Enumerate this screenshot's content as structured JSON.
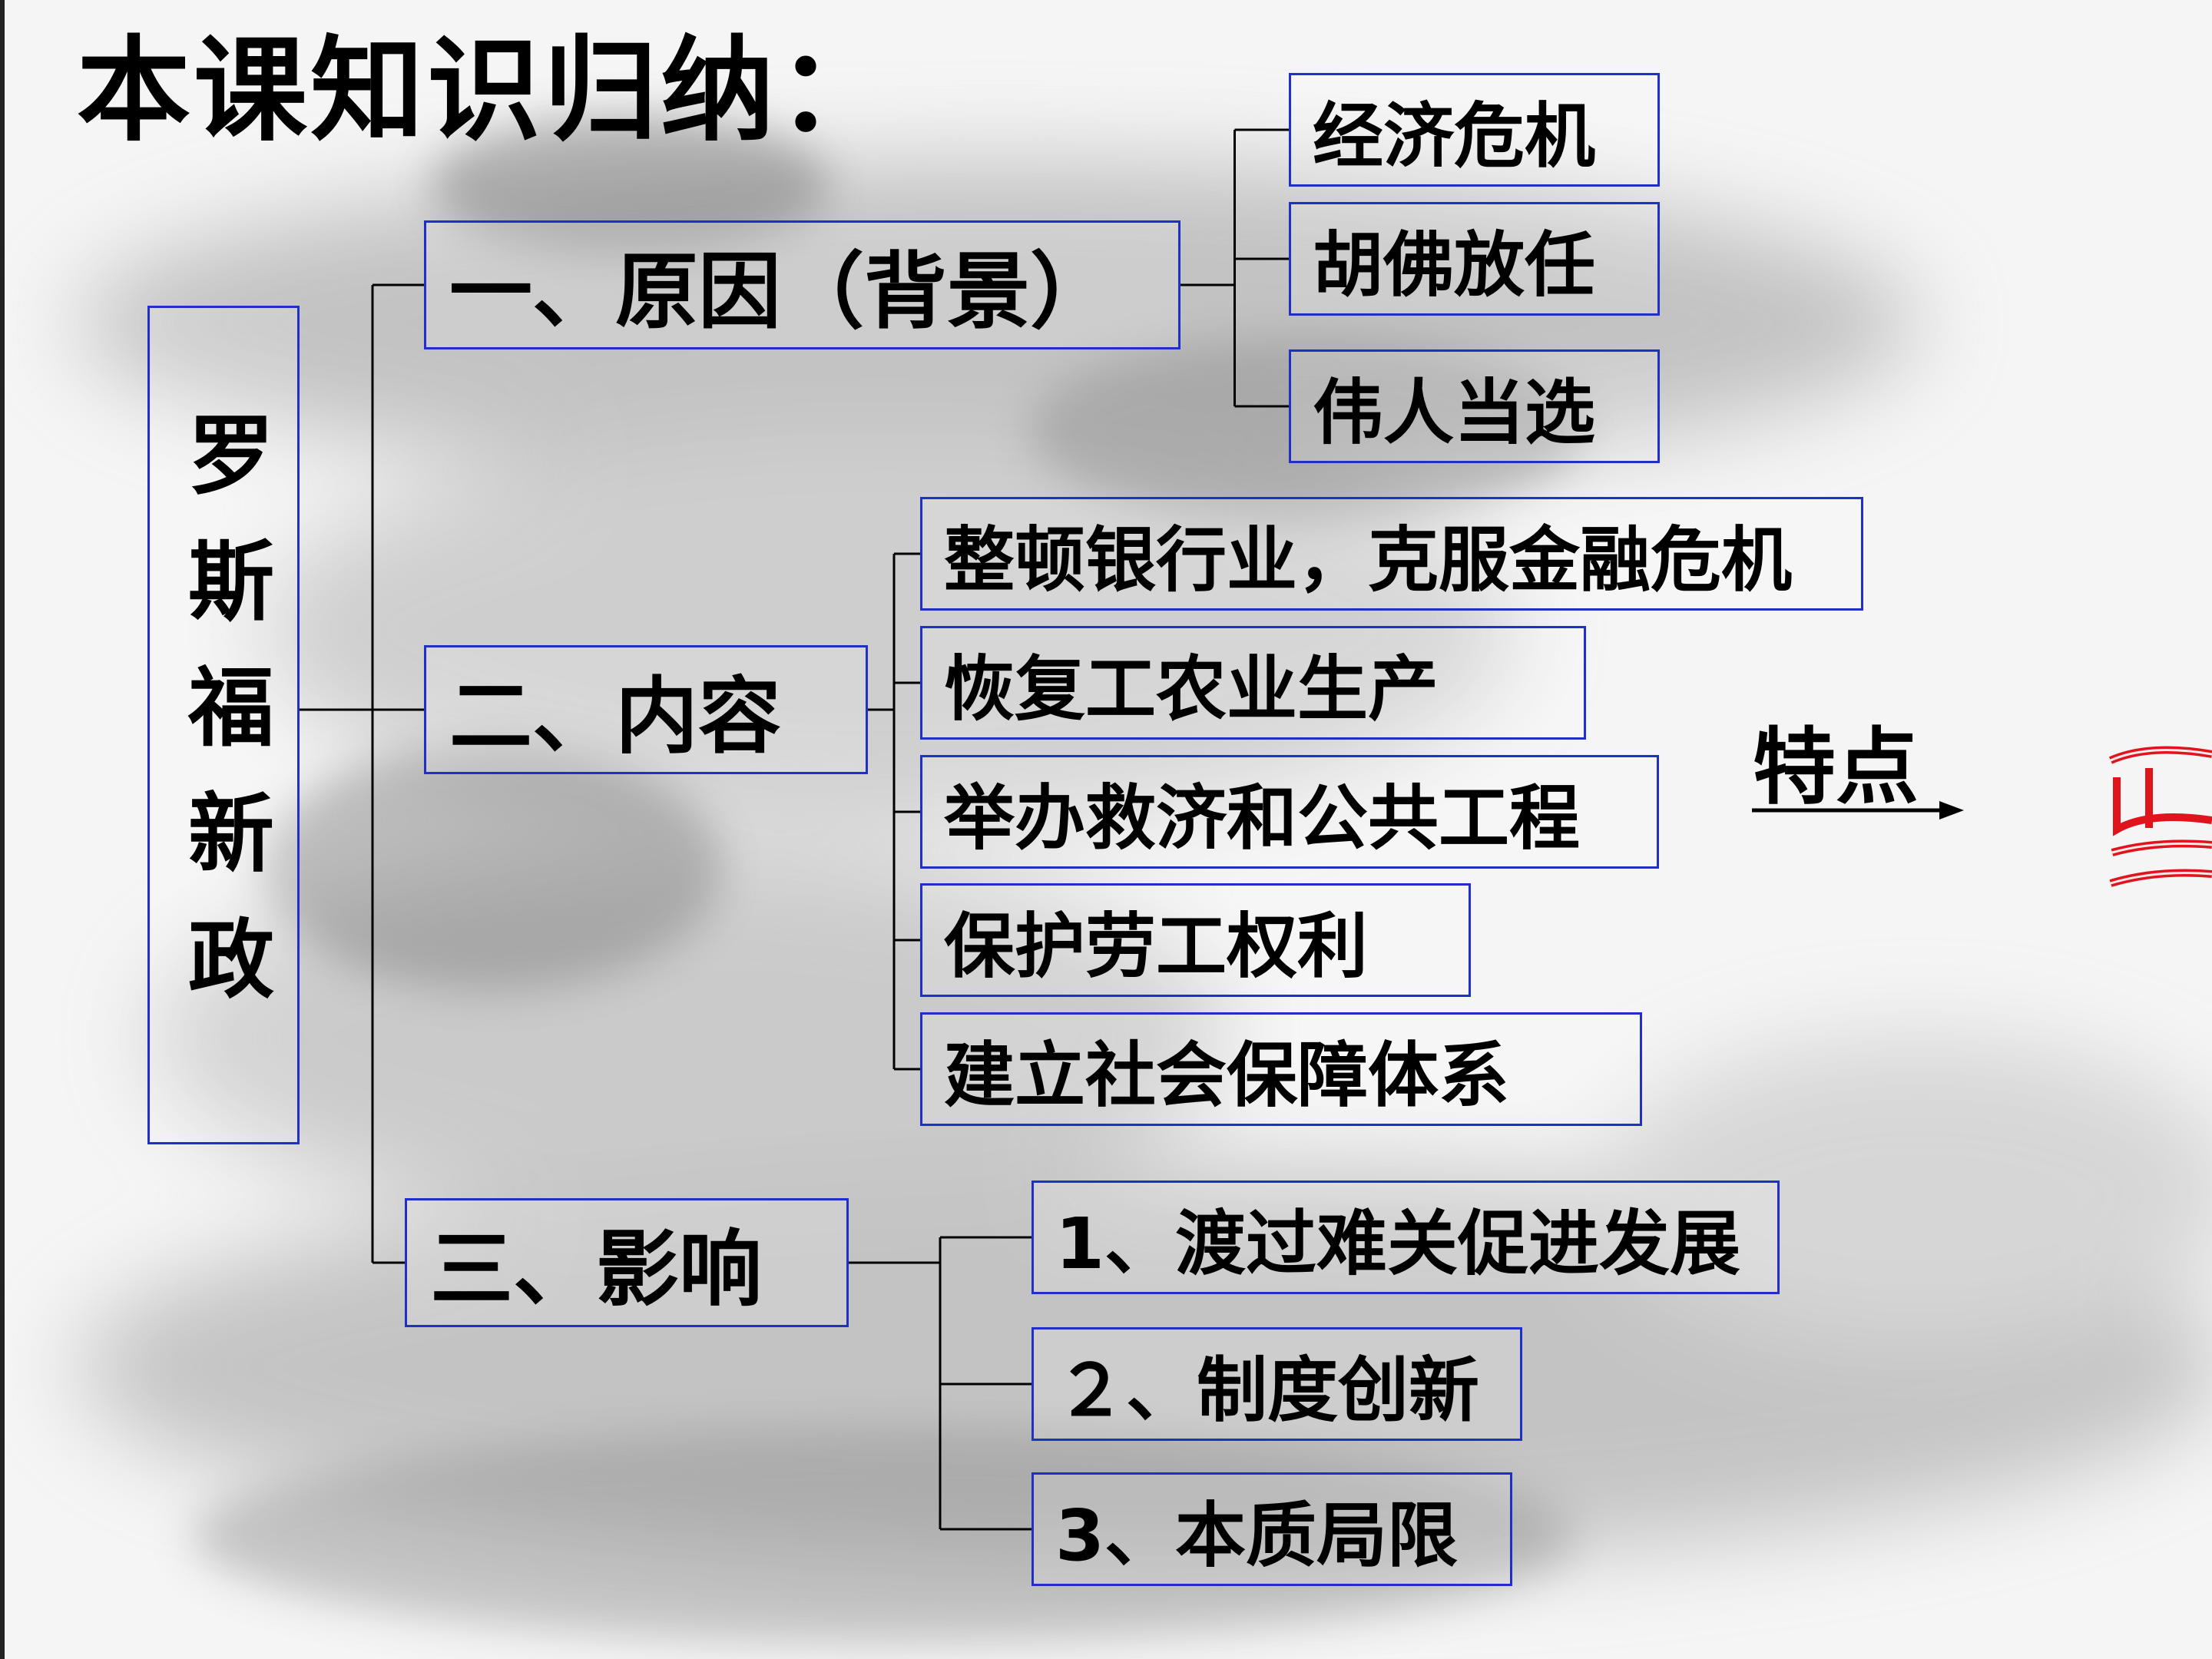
{
  "title": "本课知识归纳：",
  "root": "罗斯福新政",
  "sections": [
    {
      "label": "一、原因（背景）",
      "items": [
        "经济危机",
        "胡佛放任",
        "伟人当选"
      ]
    },
    {
      "label": "二、内容",
      "items": [
        "整顿银行业，克服金融危机",
        "恢复工农业生产",
        "举办救济和公共工程",
        "保护劳工权利",
        "建立社会保障体系"
      ]
    },
    {
      "label": "三、影响",
      "items": [
        "1、渡过难关促进发展",
        "２、制度创新",
        "3、本质局限"
      ]
    }
  ],
  "side_note": "特点",
  "colors": {
    "border": "#1f2fc8",
    "accent_red": "#e0141c"
  }
}
